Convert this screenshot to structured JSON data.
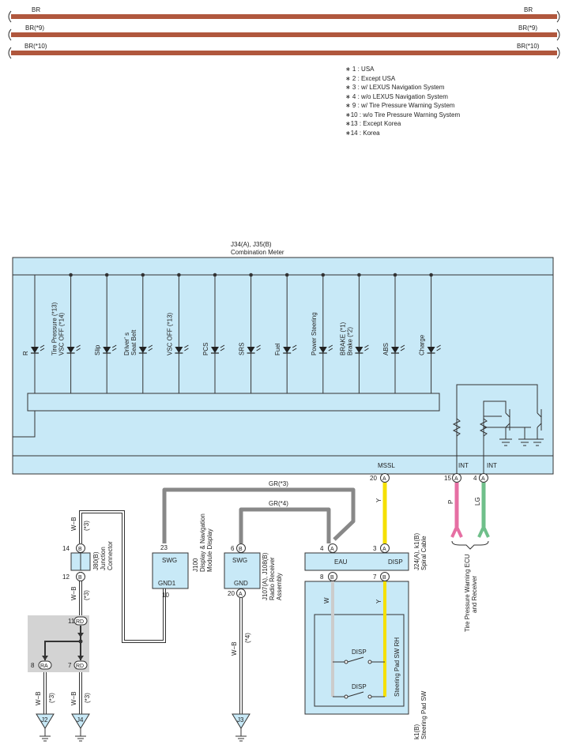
{
  "bus": {
    "line1": "BR",
    "line2": "BR(*9)",
    "line3": "BR(*10)",
    "color": "#b0573d"
  },
  "notes": [
    "∗ 1 : USA",
    "∗ 2 : Except USA",
    "∗ 3 : w/ LEXUS Navigation System",
    "∗ 4 : w/o LEXUS Navigation System",
    "∗ 9 : w/ Tire Pressure Warning System",
    "∗10 : w/o Tire Pressure Warning System",
    "∗13 : Except Korea",
    "∗14 : Korea"
  ],
  "meter": {
    "id": "J34(A), J35(B)",
    "name": "Combination Meter",
    "fill": "#c8e9f7",
    "indicators": [
      [
        "R"
      ],
      [
        "Tire Pressure (*13)",
        "VSC OFF (*14)"
      ],
      [
        "Slip"
      ],
      [
        "Driver' s",
        "Seat Belt"
      ],
      [
        "VSC OFF (*13)"
      ],
      [
        "PCS"
      ],
      [
        "SRS"
      ],
      [
        "Fuel"
      ],
      [
        "Power Steering"
      ],
      [
        "BRAKE (*1)",
        "Brake (*2)"
      ],
      [
        "ABS"
      ],
      [
        "Charge"
      ]
    ],
    "pins": {
      "mssl": "MSSL",
      "mssl_pin": "20",
      "mssl_conn": "A",
      "int1": "INT",
      "int1_pin": "15",
      "int1_conn": "A",
      "int2": "INT",
      "int2_pin": "4",
      "int2_conn": "A"
    }
  },
  "wires": {
    "gr3": "GR(*3)",
    "gr4": "GR(*4)",
    "wb": "W−B",
    "y": "Y",
    "w": "W",
    "p": "P",
    "lg": "LG",
    "n3": "(*3)",
    "n4": "(*4)"
  },
  "junction": {
    "id": "J80(B)",
    "name1": "Junction",
    "name2": "Connector",
    "pin14": "14",
    "pin12": "12",
    "conn": "B"
  },
  "rd_block": {
    "pin11": "11",
    "pin8": "8",
    "pin7": "7",
    "rd": "RD",
    "ra": "RA"
  },
  "j100": {
    "id": "J100",
    "name1": "Display & Navigation",
    "name2": "Module Display",
    "swg": "SWG",
    "gnd1": "GND1",
    "pin23": "23",
    "pin10": "10"
  },
  "j107": {
    "id": "J107(A), J108(B)",
    "name1": "Radio Receiver",
    "name2": "Assembly",
    "swg": "SWG",
    "gnd": "GND",
    "pin6": "6",
    "pin20": "20",
    "conn6": "B",
    "conn20": "A"
  },
  "spiral": {
    "id": "J24(A), k1(B)",
    "name": "Spiral Cable",
    "eau": "EAU",
    "disp": "DISP",
    "pin4": "4",
    "pin3": "3",
    "pin8": "8",
    "pin7": "7",
    "connA": "A",
    "connB": "B"
  },
  "pad": {
    "id": "k1(B)",
    "name": "Steering Pad SW",
    "rh": "Steering Pad SW RH",
    "disp": "DISP"
  },
  "tpw": {
    "name1": "Tire Pressure Warning ECU",
    "name2": "and Receiver"
  },
  "grounds": {
    "j2": "J2",
    "j4": "J4",
    "j3": "J3"
  }
}
